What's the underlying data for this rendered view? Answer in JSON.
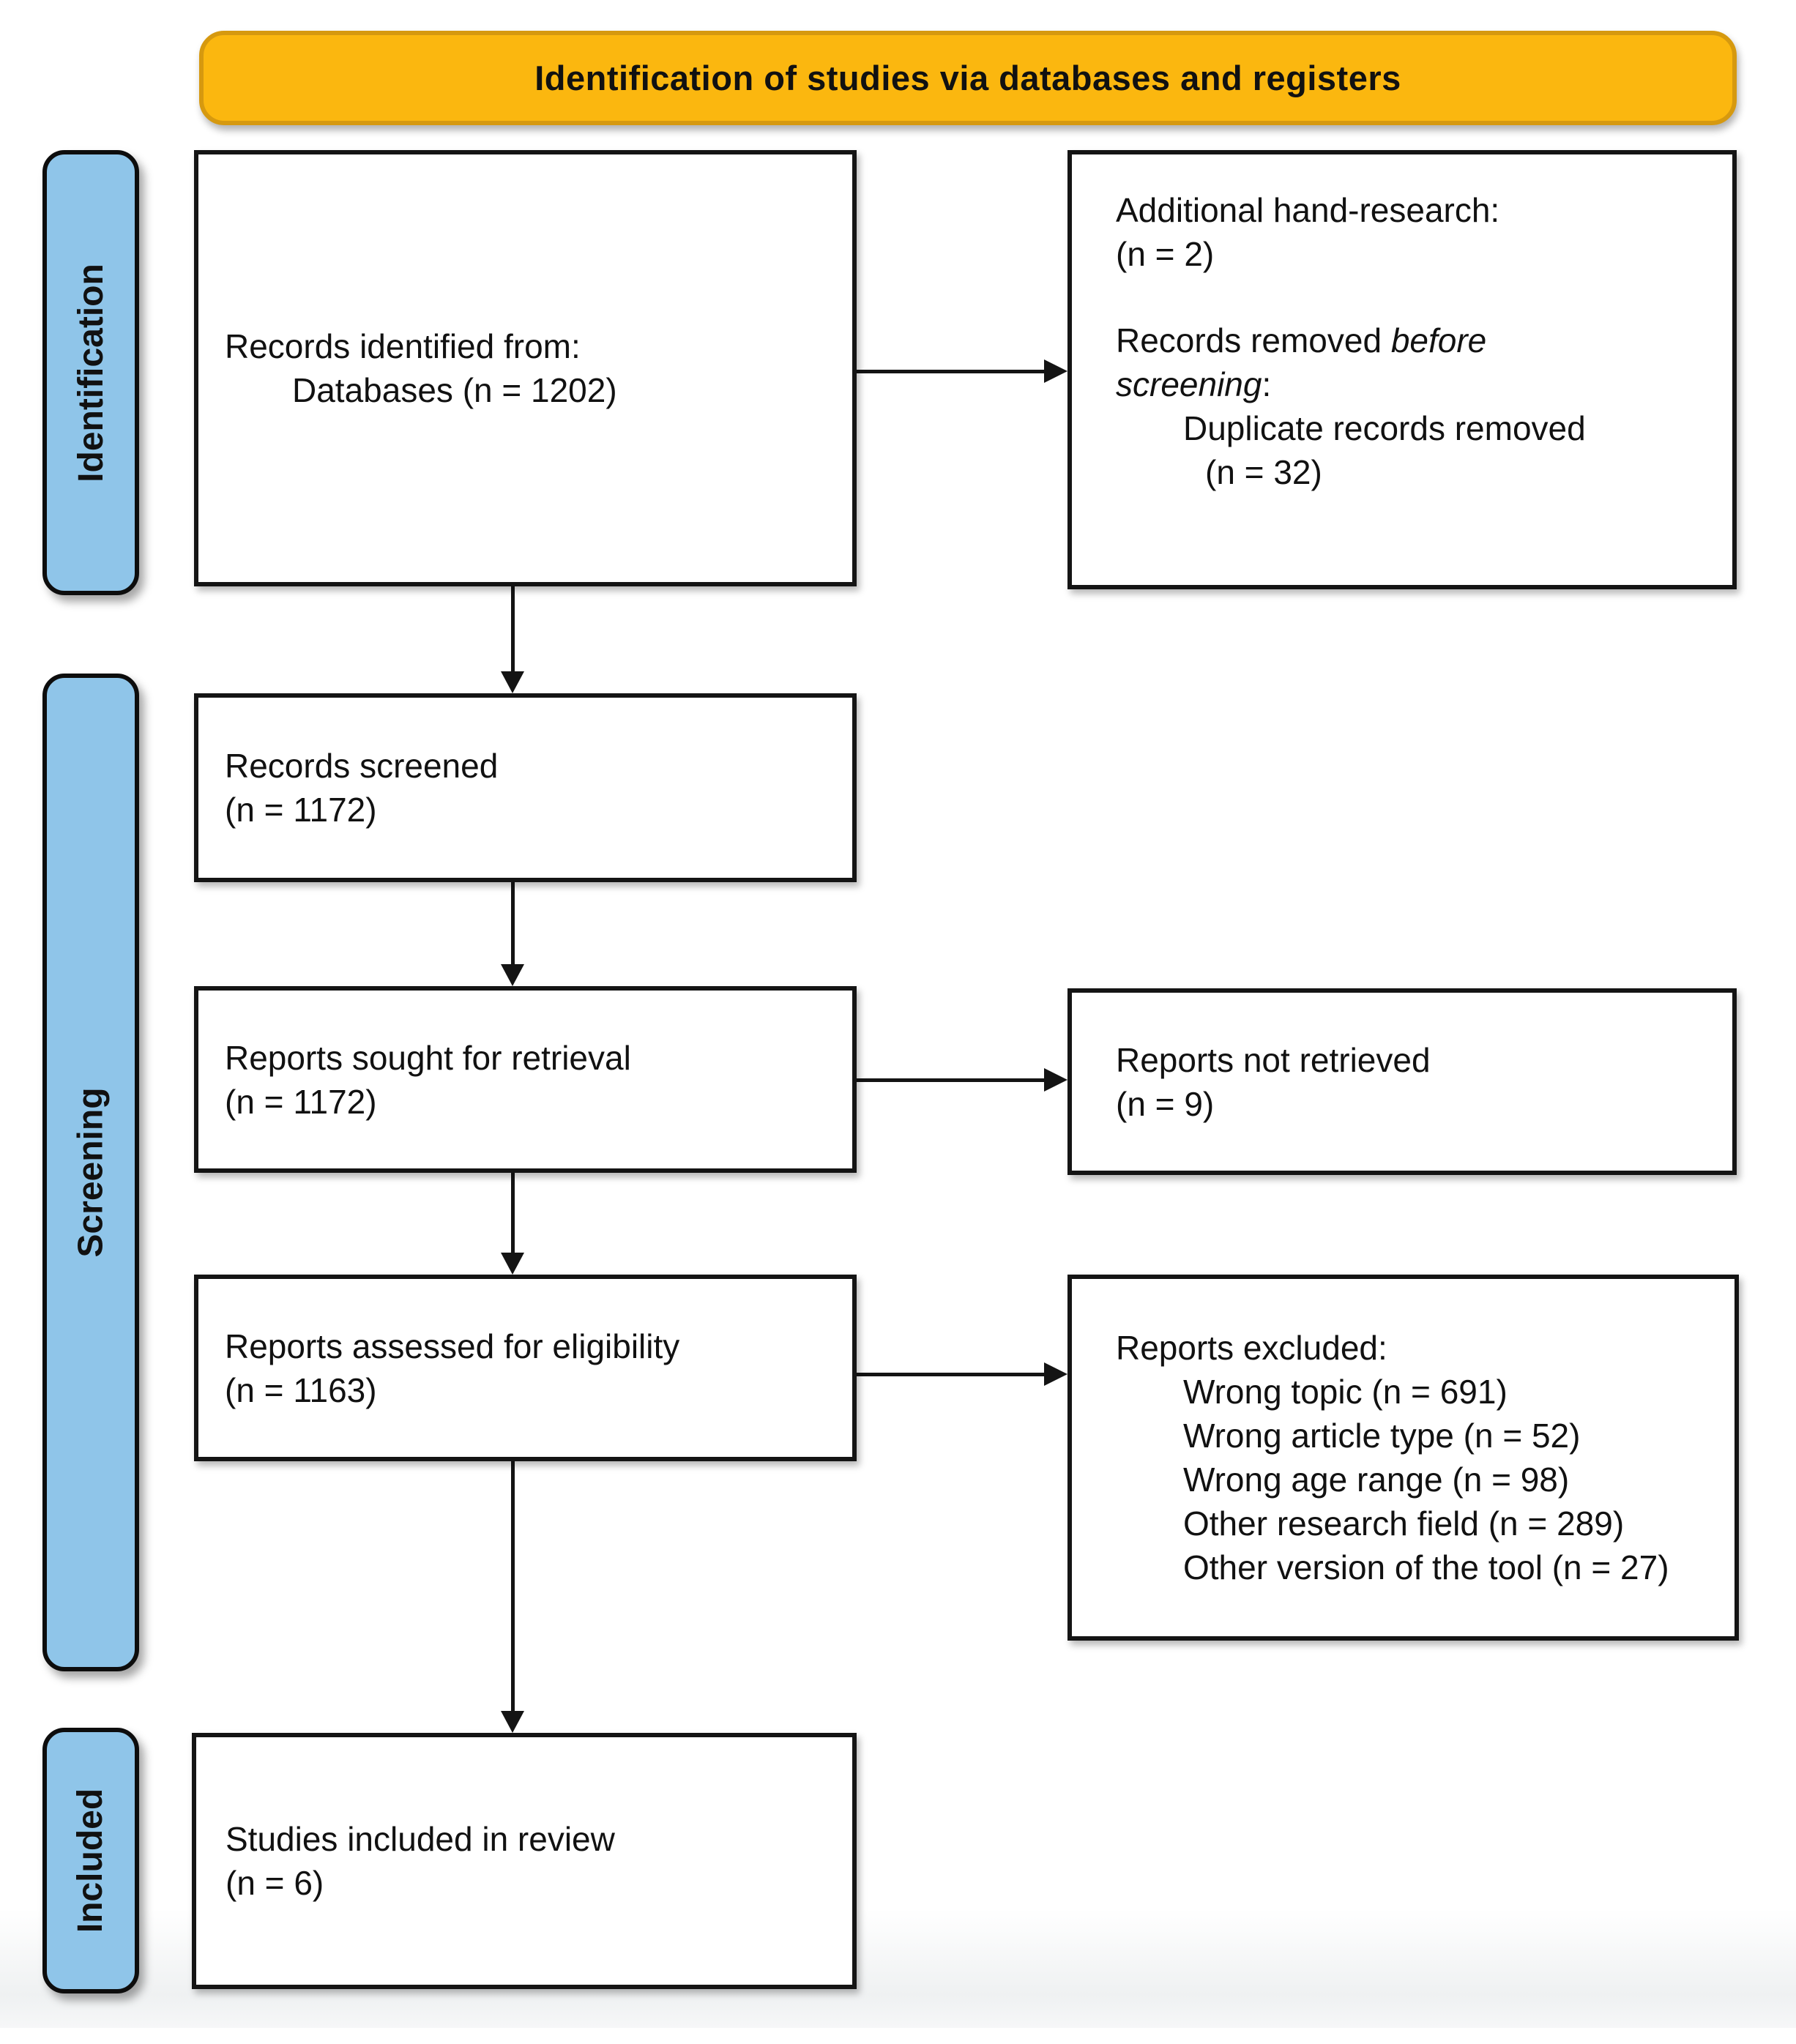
{
  "banner": {
    "title": "Identification of studies via databases and registers"
  },
  "sidebar": {
    "tags": [
      {
        "label": "Identification"
      },
      {
        "label": "Screening"
      },
      {
        "label": "Included"
      }
    ]
  },
  "boxes": {
    "records_identified": {
      "line1": "Records identified from:",
      "line2": "Databases (n = 1202)"
    },
    "hand_research": {
      "line1": "Additional hand-research:",
      "line2": "(n = 2)",
      "line3_prefix": "Records removed ",
      "line3_italic": "before",
      "line4_italic": "screening",
      "line4_suffix": ":",
      "line5": "Duplicate records removed",
      "line6": "(n = 32)"
    },
    "records_screened": {
      "line1": "Records screened",
      "line2": "(n = 1172)"
    },
    "reports_sought": {
      "line1": "Reports sought for retrieval",
      "line2": "(n = 1172)"
    },
    "reports_not_retrieved": {
      "line1": "Reports not retrieved",
      "line2": "(n = 9)"
    },
    "reports_assessed": {
      "line1": "Reports assessed for eligibility",
      "line2": "(n = 1163)"
    },
    "reports_excluded": {
      "header": "Reports excluded:",
      "reasons": [
        "Wrong topic (n = 691)",
        "Wrong article type (n = 52)",
        "Wrong age range (n = 98)",
        "Other research field (n = 289)",
        "Other version of the tool (n = 27)"
      ]
    },
    "studies_included": {
      "line1": "Studies included in review",
      "line2": "(n = 6)"
    }
  },
  "colors": {
    "banner_fill": "#FBB70F",
    "banner_border": "#D6990F",
    "tag_fill": "#8FC5E9",
    "tag_border": "#0d0d0d",
    "box_border": "#141414",
    "arrow": "#141414",
    "text": "#111111"
  }
}
